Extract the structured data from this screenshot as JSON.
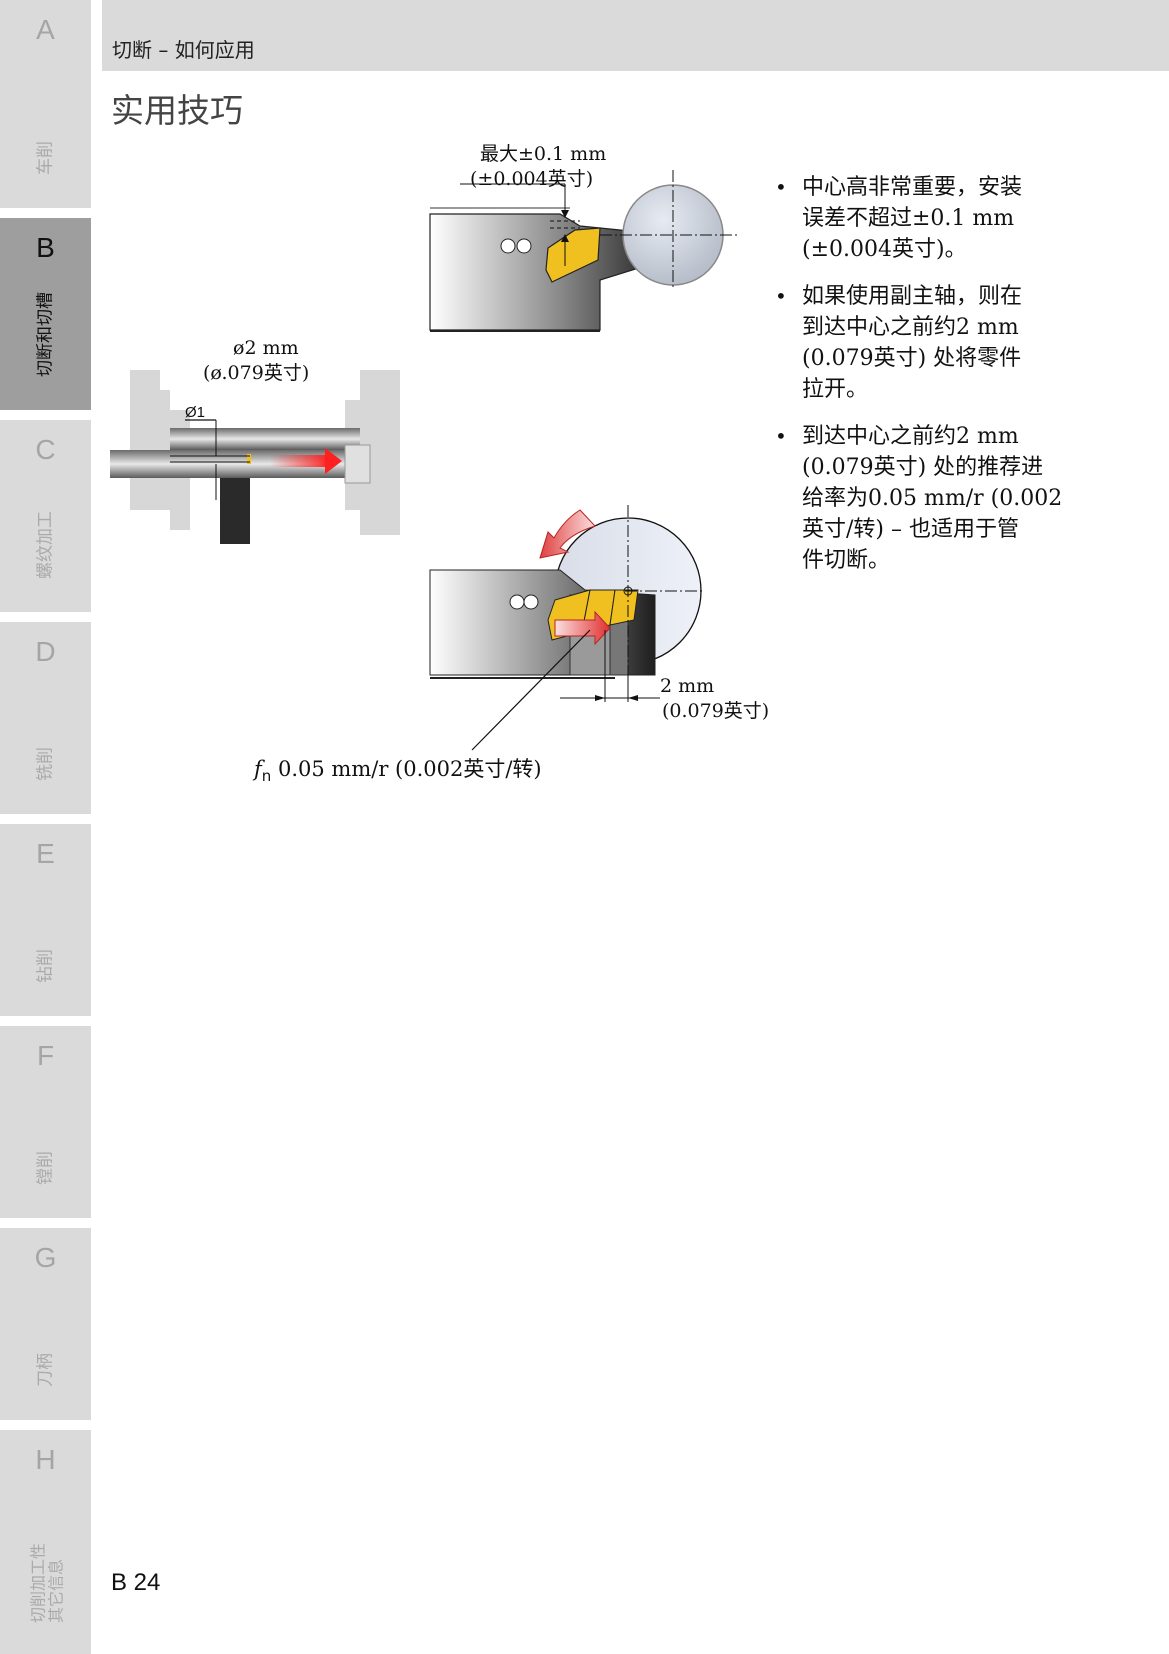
{
  "header": {
    "title": "切断 – 如何应用"
  },
  "page_title": "实用技巧",
  "page_number": "B 24",
  "sidebar": {
    "tabs": [
      {
        "letter": "A",
        "label": "车削",
        "active": false
      },
      {
        "letter": "B",
        "label": "切断和切槽",
        "active": true
      },
      {
        "letter": "C",
        "label": "螺纹加工",
        "active": false
      },
      {
        "letter": "D",
        "label": "铣削",
        "active": false
      },
      {
        "letter": "E",
        "label": "钻削",
        "active": false
      },
      {
        "letter": "F",
        "label": "镗削",
        "active": false
      },
      {
        "letter": "G",
        "label": "刀柄",
        "active": false
      },
      {
        "letter": "H",
        "label_line1": "切削加工性",
        "label_line2": "其它信息",
        "active": false
      }
    ]
  },
  "figures": {
    "center_height": {
      "line1": "最大±0.1 mm",
      "line2": "(±0.004英寸)"
    },
    "sub_spindle": {
      "line1": "ø2 mm",
      "line2": "(ø.079英寸)",
      "dim_label": "Ø1"
    },
    "feed": {
      "dim_line1": "2 mm",
      "dim_line2": "(0.079英寸)",
      "feed_symbol": "f",
      "feed_subscript": "n",
      "feed_text": "0.05 mm/r (0.002英寸/转)"
    }
  },
  "tips": [
    {
      "line1": "中心高非常重要，安装",
      "line2": "误差不超过±0.1 mm",
      "line3": "(±0.004英寸)。"
    },
    {
      "line1": "如果使用副主轴，则在",
      "line2": "到达中心之前约2 mm",
      "line3": "(0.079英寸) 处将零件",
      "line4": "拉开。"
    },
    {
      "line1": "到达中心之前约2 mm",
      "line2": "(0.079英寸) 处的推荐进",
      "line3": "给率为0.05 mm/r (0.002",
      "line4": "英寸/转) – 也适用于管",
      "line5": "件切断。"
    }
  ],
  "colors": {
    "tab_bg": "#dadada",
    "tab_active_bg": "#9e9e9e",
    "insert_yellow": "#f0c020",
    "arrow_red": "#e03030"
  }
}
